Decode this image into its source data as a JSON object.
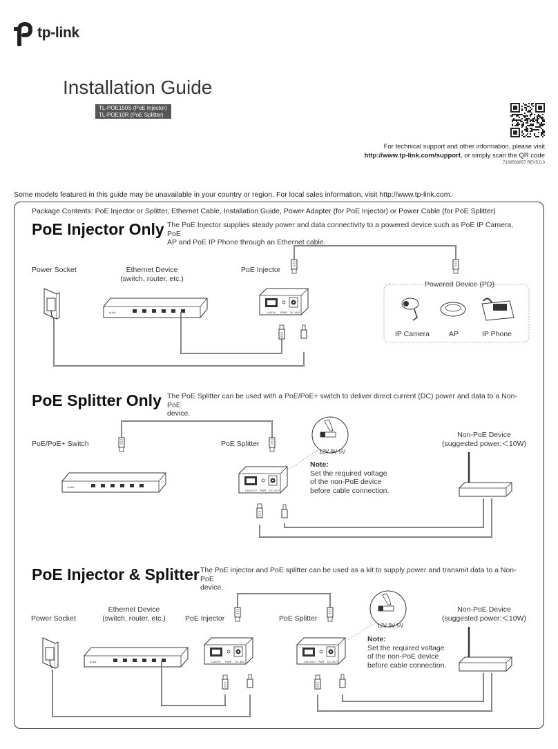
{
  "brand": {
    "name": "tp-link"
  },
  "header": {
    "title": "Installation Guide",
    "models": [
      "TL-POE150S (PoE Injector)",
      "TL-POE10R (PoE Splitter)"
    ],
    "support_line1": "For technical support and other information, please visit",
    "support_url": "http://www.tp-link.com/support",
    "support_line2_suffix": ", or simply scan the QR code",
    "doc_number": "7106506857  REV5.0.0"
  },
  "disclaimer": "Some models featured in this guide may be unavailable in your country or region. For local sales information, visit http://www.tp-link.com.",
  "package_contents": "Package Contents: PoE Injector or Splitter, Ethernet Cable, Installation Guide, Power Adapter (for PoE Injector) or Power Cable (for PoE Splitter)",
  "sections": {
    "injector": {
      "title": "PoE Injector Only",
      "desc_line1": "The PoE Injector supplies steady power and data connectivity to a powered device such as PoE IP Camera, PoE",
      "desc_line2": "AP and PoE IP Phone through an Ethernet cable.",
      "labels": {
        "power_socket": "Power Socket",
        "ethernet_line1": "Ethernet Device",
        "ethernet_line2": "(switch, router, etc.)",
        "poe_injector": "PoE Injector",
        "powered_device": "Powered Device (PD)",
        "ip_camera": "IP Camera",
        "ap": "AP",
        "ip_phone": "IP Phone"
      }
    },
    "splitter": {
      "title": "PoE Splitter Only",
      "desc_line1": "The PoE Splitter can be used with a PoE/PoE+ switch to deliver direct current (DC) power and data to a Non-PoE",
      "desc_line2": "device.",
      "labels": {
        "switch": "PoE/PoE+ Switch",
        "poe_splitter": "PoE Splitter",
        "nonpoe_line1": "Non-PoE Device",
        "nonpoe_line2": "(suggested power:＜10W)",
        "voltage": "12V 9V 5V",
        "note_title": "Note:",
        "note_line1": "Set the required voltage",
        "note_line2": "of the non-PoE device",
        "note_line3": "before cable connection."
      }
    },
    "kit": {
      "title": "PoE Injector & Splitter",
      "desc_line1": "The PoE injector and PoE splitter can be used as a kit to supply power and transmit data to a Non-PoE",
      "desc_line2": "device.",
      "labels": {
        "power_socket": "Power Socket",
        "ethernet_line1": "Ethernet Device",
        "ethernet_line2": "(switch, router, etc.)",
        "poe_injector": "PoE Injector",
        "poe_splitter": "PoE Splitter",
        "nonpoe_line1": "Non-PoE Device",
        "nonpoe_line2": "(suggested power:＜10W)",
        "voltage": "12V 9V 5V",
        "note_title": "Note:",
        "note_line1": "Set the required voltage",
        "note_line2": "of the non-PoE device",
        "note_line3": "before cable connection."
      }
    }
  },
  "ports": {
    "lan_in": "LAN IN",
    "lan_out": "LAN OUT",
    "pwr": "PWR",
    "dc_48v": "DC 48V",
    "dc_out": "DC OUT"
  }
}
